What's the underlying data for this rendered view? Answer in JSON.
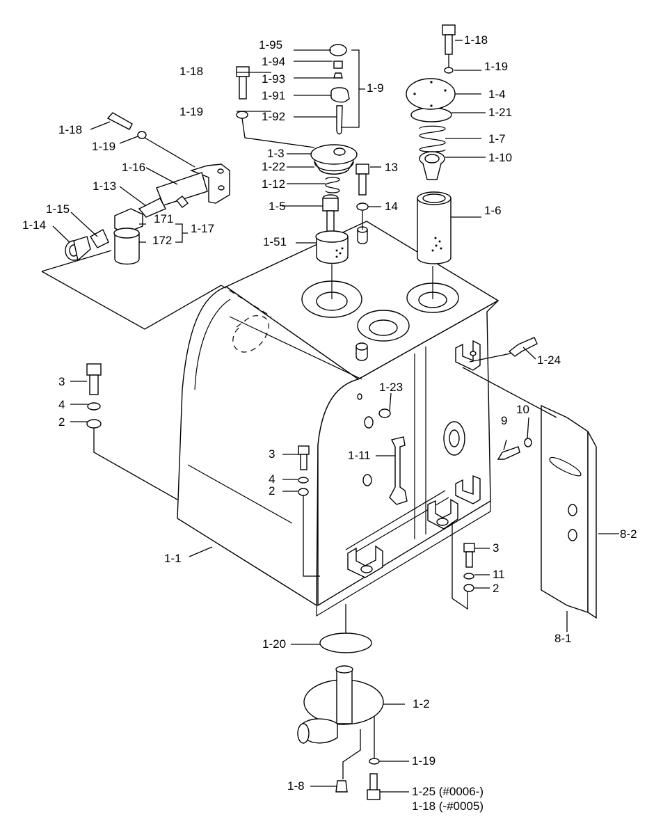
{
  "diagram": {
    "labels": {
      "l_1_95": "1-95",
      "l_1_94": "1-94",
      "l_1_93": "1-93",
      "l_1_91": "1-91",
      "l_1_92": "1-92",
      "l_1_9": "1-9",
      "l_1_18_top": "1-18",
      "l_1_19_top": "1-19",
      "l_1_4": "1-4",
      "l_1_21": "1-21",
      "l_1_7": "1-7",
      "l_1_10": "1-10",
      "l_1_6": "1-6",
      "l_1_18_mid": "1-18",
      "l_1_19_mid": "1-19",
      "l_1_18_left": "1-18",
      "l_1_19_left": "1-19",
      "l_1_16": "1-16",
      "l_1_13": "1-13",
      "l_1_15": "1-15",
      "l_1_14": "1-14",
      "l_171": "171",
      "l_172": "172",
      "l_1_17": "1-17",
      "l_1_3": "1-3",
      "l_1_22": "1-22",
      "l_1_12": "1-12",
      "l_1_5": "1-5",
      "l_1_51": "1-51",
      "l_13": "13",
      "l_14": "14",
      "l_1_24": "1-24",
      "l_1_23": "1-23",
      "l_1_11": "1-11",
      "l_3_left": "3",
      "l_4_left": "4",
      "l_2_left": "2",
      "l_3_mid": "3",
      "l_4_mid": "4",
      "l_2_mid": "2",
      "l_9": "9",
      "l_10": "10",
      "l_8_2": "8-2",
      "l_8_1": "8-1",
      "l_3_right": "3",
      "l_11": "11",
      "l_2_right": "2",
      "l_1_1": "1-1",
      "l_1_20": "1-20",
      "l_1_2": "1-2",
      "l_1_19_bot": "1-19",
      "l_1_8": "1-8",
      "l_1_25": "1-25 (#0006-)",
      "l_1_18_bot": "1-18 (-#0005)"
    }
  }
}
